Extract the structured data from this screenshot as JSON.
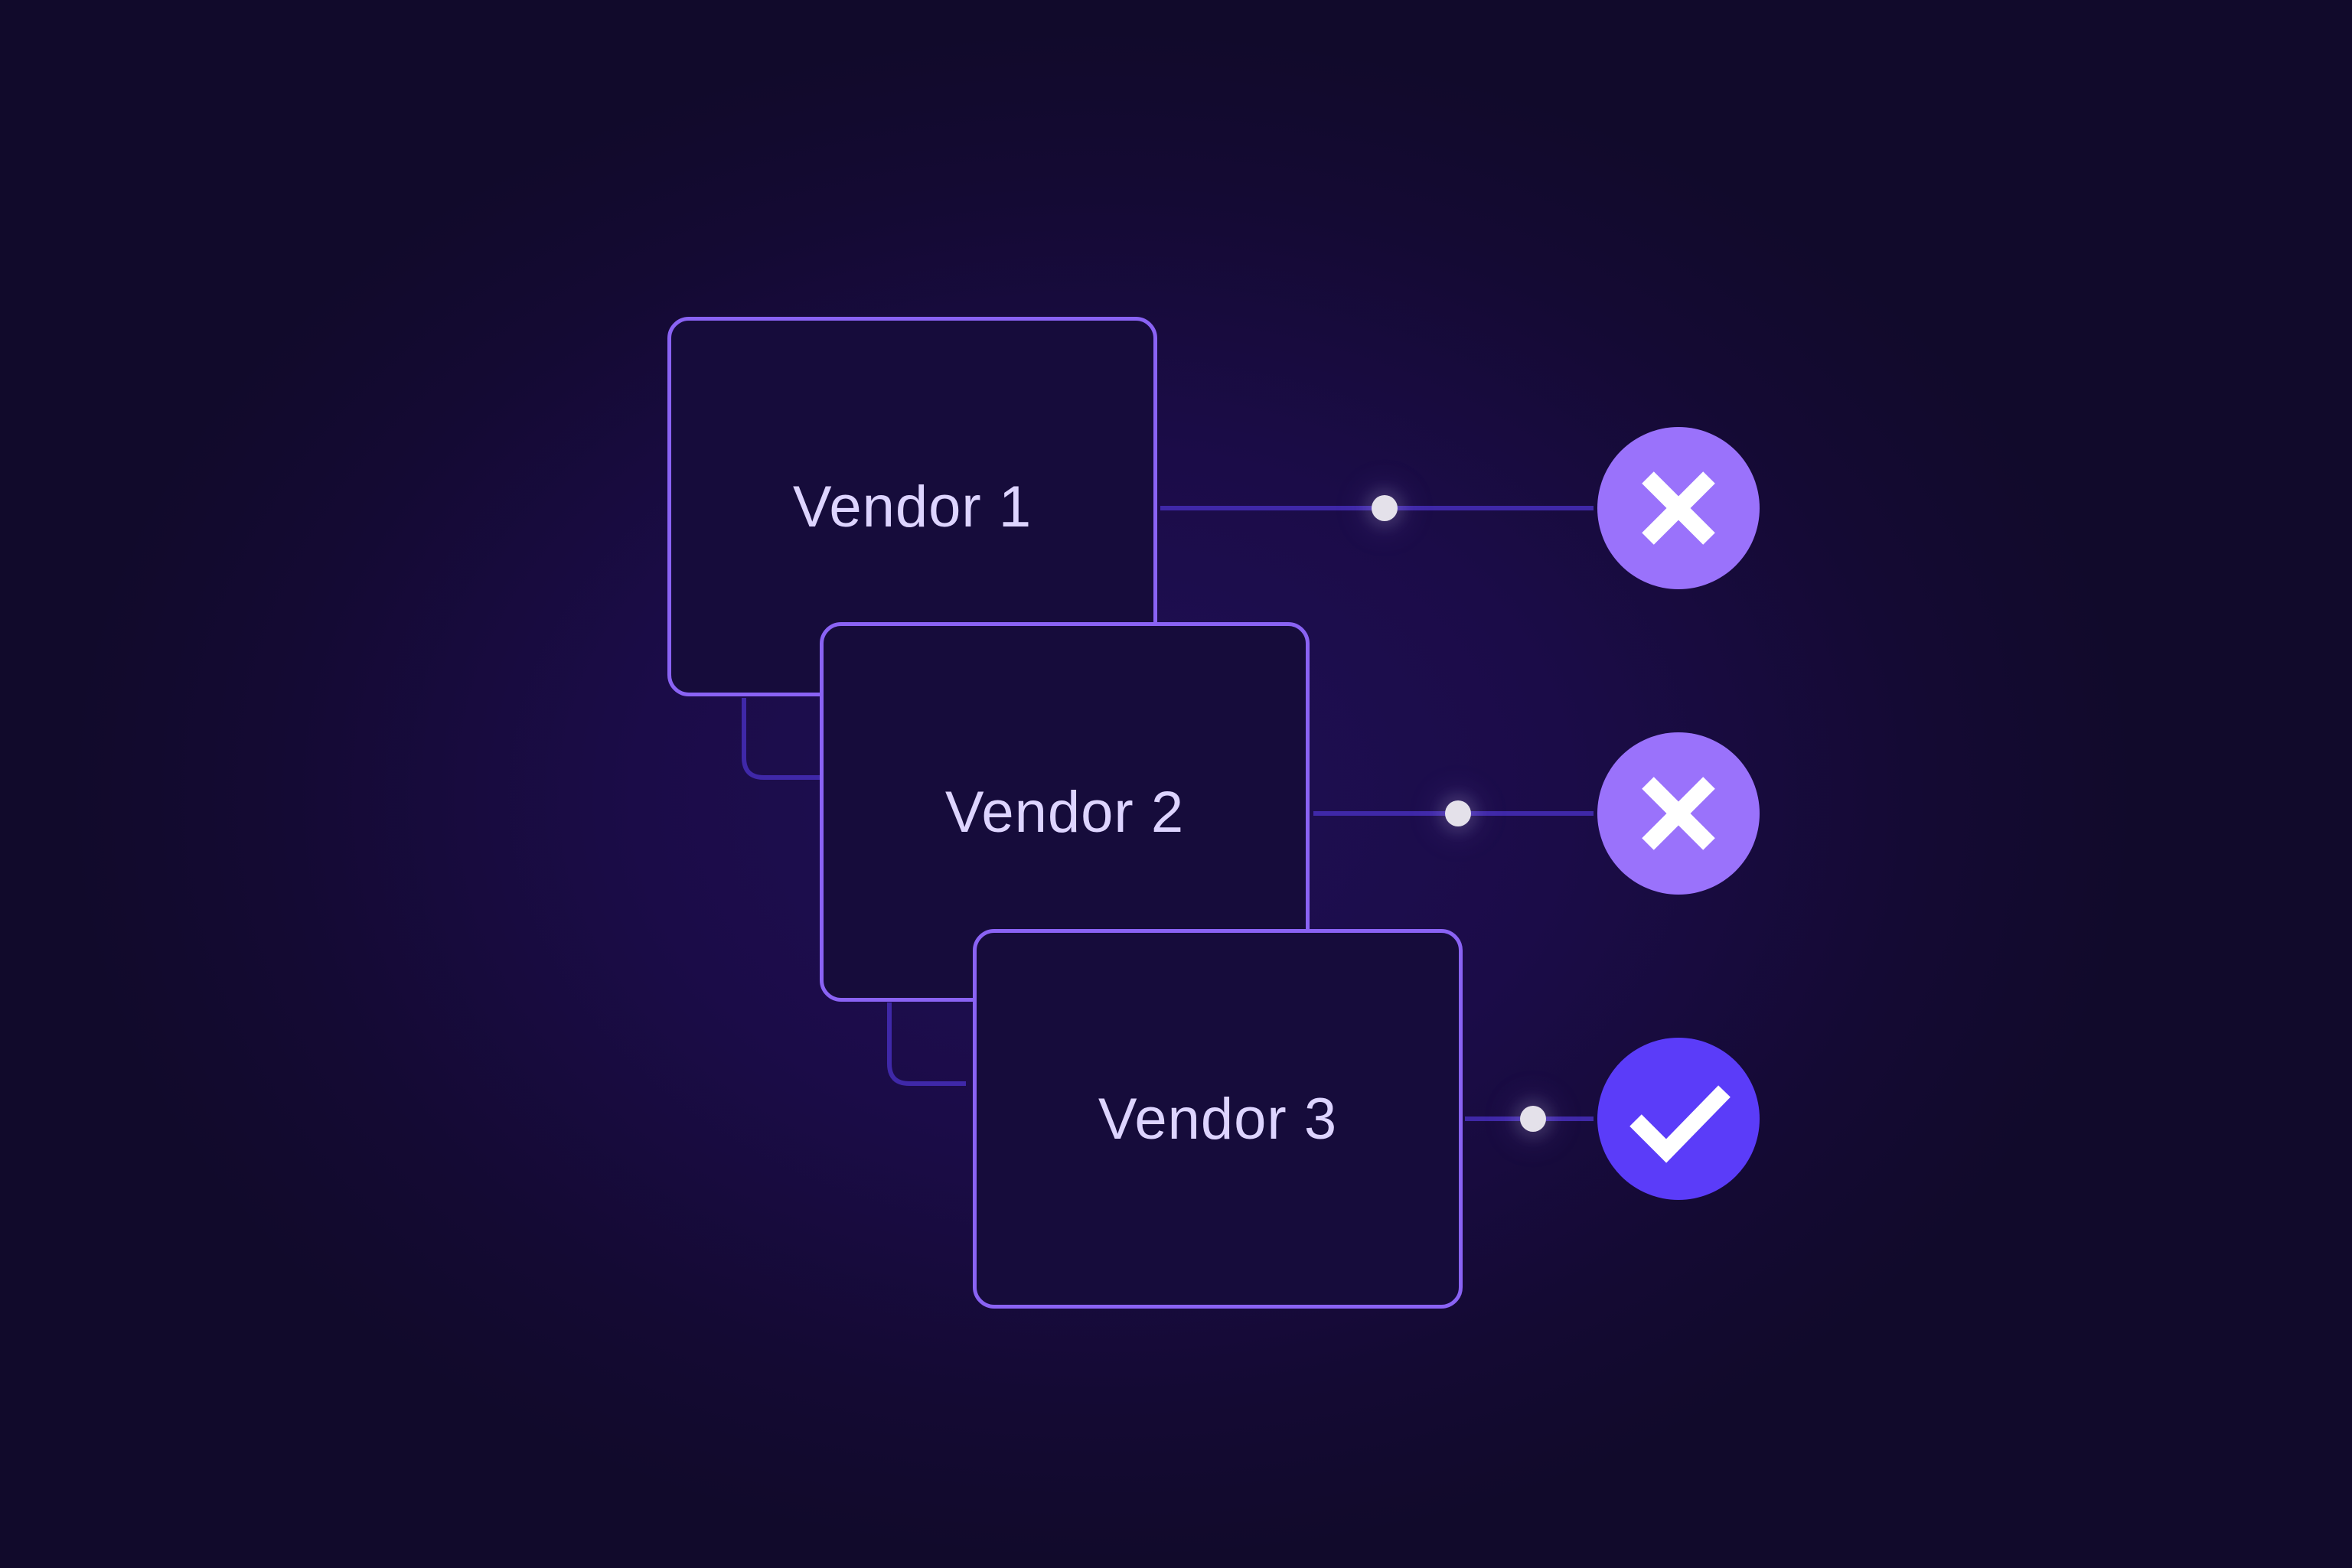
{
  "vendors": [
    {
      "label": "Vendor 1",
      "status": "rejected",
      "status_icon": "x-icon"
    },
    {
      "label": "Vendor 2",
      "status": "rejected",
      "status_icon": "x-icon"
    },
    {
      "label": "Vendor 3",
      "status": "approved",
      "status_icon": "check-icon"
    }
  ],
  "colors": {
    "background": "#140a33",
    "card_border": "#8a63f4",
    "card_fill": "#160c3b",
    "connector": "#3f28a8",
    "rejected_badge": "#9a72fb",
    "approved_badge": "#5b3cf9",
    "dot": "#e4e1ea",
    "label_text": "#ddd4ff"
  }
}
